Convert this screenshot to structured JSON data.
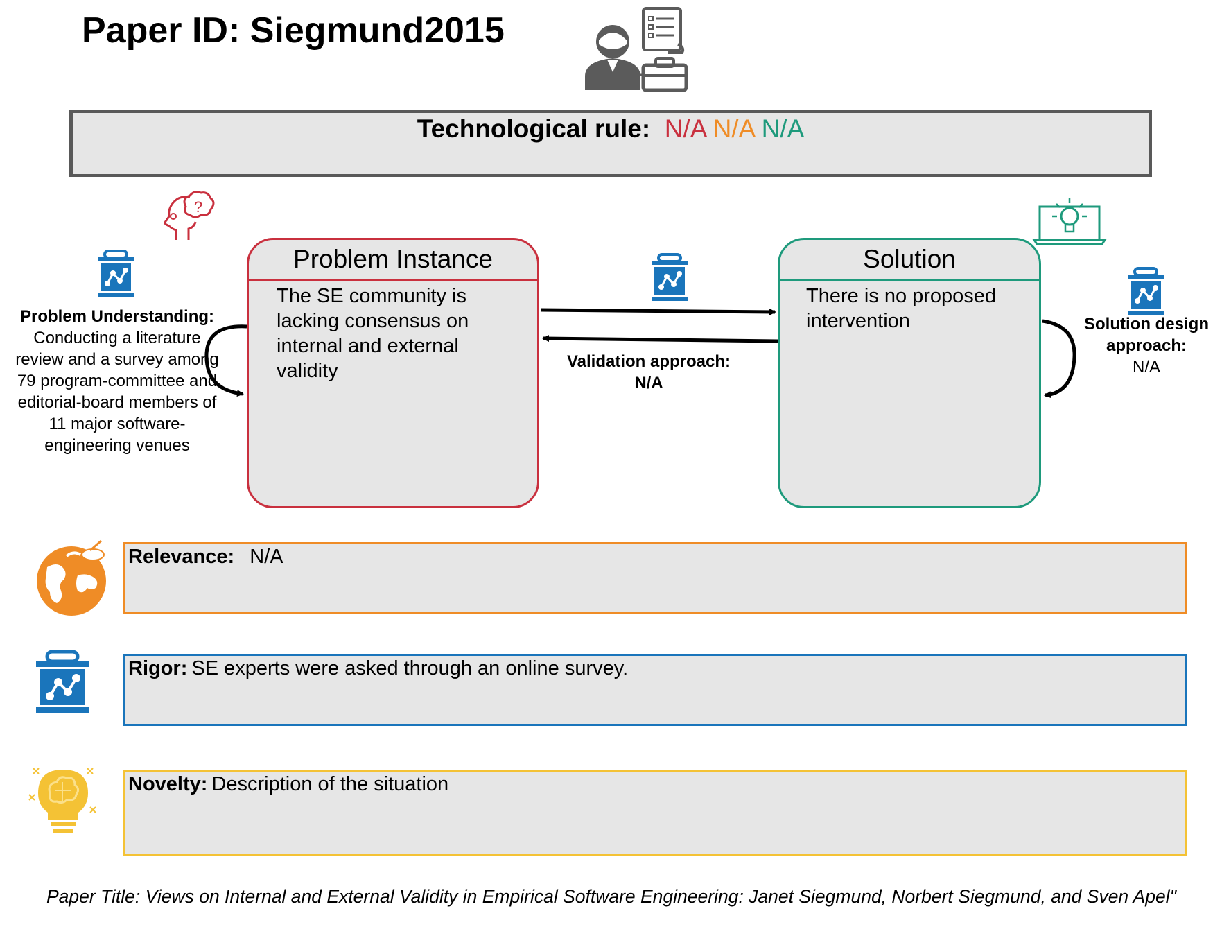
{
  "header": {
    "paper_id": "Paper ID: Siegmund2015"
  },
  "technological_rule": {
    "label": "Technological rule:",
    "values": [
      "N/A",
      "N/A",
      "N/A"
    ],
    "value_colors": [
      "#c9303e",
      "#ef8c26",
      "#1e9a7c"
    ]
  },
  "problem_instance": {
    "title": "Problem Instance",
    "text": "The SE community is lacking consensus on internal and external validity",
    "color": "#c9303e"
  },
  "solution": {
    "title": "Solution",
    "text": "There is no proposed intervention",
    "color": "#1e9a7c"
  },
  "problem_understanding": {
    "label": "Problem Understanding:",
    "text": "Conducting a literature review and a survey among 79 program-committee and editorial-board members of 11 major software-engineering venues"
  },
  "validation": {
    "label": "Validation approach:",
    "value": "N/A"
  },
  "solution_design": {
    "label": "Solution design approach:",
    "value": "N/A"
  },
  "relevance": {
    "label": "Relevance:",
    "value": "N/A",
    "color": "#ef8c26"
  },
  "rigor": {
    "label": "Rigor:",
    "value": "SE experts were asked through an online survey.",
    "color": "#1a75bb"
  },
  "novelty": {
    "label": "Novelty:",
    "value": "Description of the situation",
    "color": "#f4c235"
  },
  "paper_title": "Paper Title:  Views on Internal and External Validity in Empirical Software Engineering: Janet Siegmund, Norbert Siegmund, and Sven Apel\"",
  "icons": {
    "header": "researcher-with-checklist-and-briefcase-icon",
    "problem": "head-with-question-icon",
    "solution": "laptop-lightbulb-icon",
    "method": "lab-jar-chart-icon",
    "relevance": "globe-icon",
    "novelty": "brain-lightbulb-icon"
  }
}
